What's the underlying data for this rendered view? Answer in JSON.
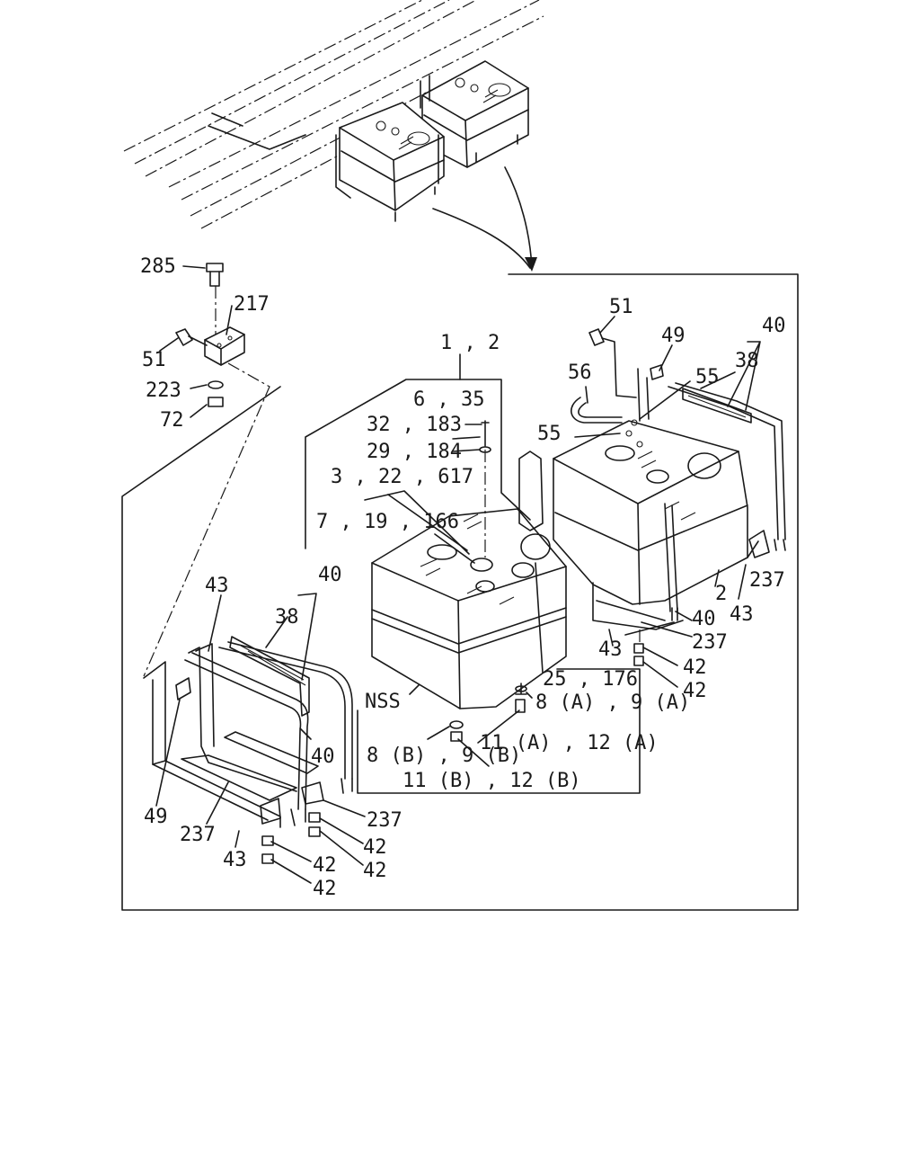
{
  "labels": {
    "p285": "285",
    "p217": "217",
    "p51a": "51",
    "p223": "223",
    "p72": "72",
    "p51b": "51",
    "p49a": "49",
    "p40a": "40",
    "p38a": "38",
    "p55a": "55",
    "p56": "56",
    "p55b": "55",
    "p1_2": "1 , 2",
    "p6_35": "6 , 35",
    "p32_183": "32 , 183",
    "p29_184": "29 , 184",
    "p3_22_617": "3 , 22 , 617",
    "p7_19_166": "7 , 19 , 166",
    "p237a": "237",
    "p2": "2",
    "p43a": "43",
    "p40b": "40",
    "p237b": "237",
    "p43b": "43",
    "p42a": "42",
    "p42b": "42",
    "p25_176": "25 , 176",
    "p8a_9a": "8 (A) , 9 (A)",
    "pNSS": "NSS",
    "p11a_12a": "11 (A) , 12 (A)",
    "p8b_9b": "8 (B) , 9 (B)",
    "p11b_12b": "11 (B) , 12 (B)",
    "p43c": "43",
    "p40c": "40",
    "p38b": "38",
    "p40d": "40",
    "p49b": "49",
    "p237c": "237",
    "p237d": "237",
    "p43d": "43",
    "p42c": "42",
    "p42d": "42",
    "p42e": "42",
    "p42f": "42"
  }
}
